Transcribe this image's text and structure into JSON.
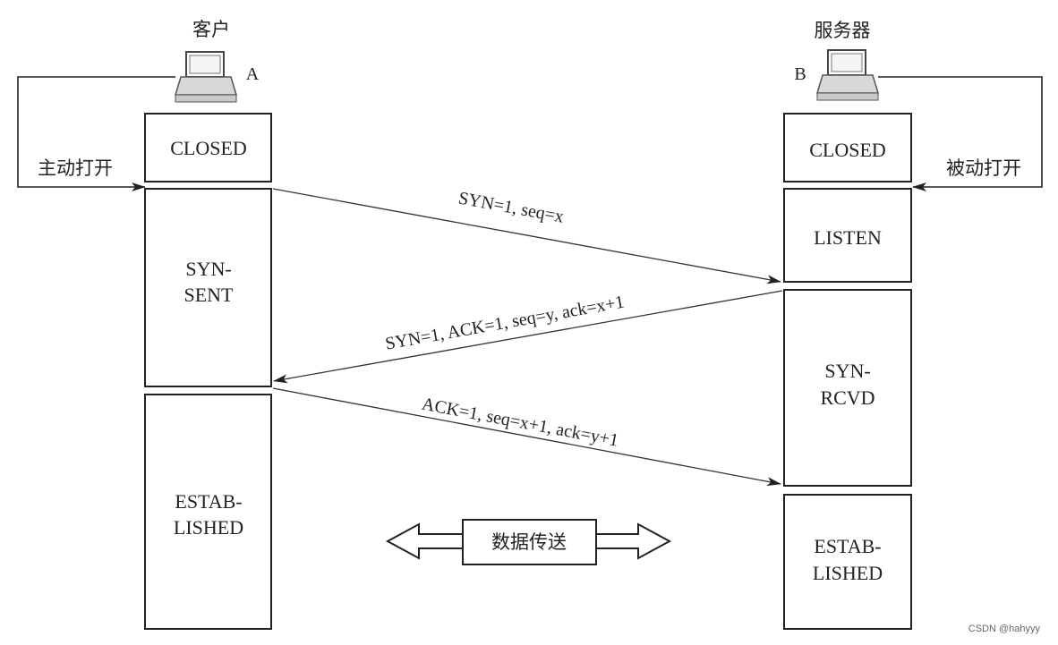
{
  "client": {
    "title": "客户",
    "letter": "A",
    "open_label": "主动打开",
    "states": {
      "closed": "CLOSED",
      "syn_sent_1": "SYN-",
      "syn_sent_2": "SENT",
      "established_1": "ESTAB-",
      "established_2": "LISHED"
    },
    "icon": "computer-icon"
  },
  "server": {
    "title": "服务器",
    "letter": "B",
    "open_label": "被动打开",
    "states": {
      "closed": "CLOSED",
      "listen": "LISTEN",
      "syn_rcvd_1": "SYN-",
      "syn_rcvd_2": "RCVD",
      "established_1": "ESTAB-",
      "established_2": "LISHED"
    },
    "icon": "computer-icon"
  },
  "messages": {
    "syn": "SYN=1, seq=x",
    "syn_ack": "SYN=1, ACK=1, seq=y, ack=x+1",
    "ack": "ACK=1, seq=x+1, ack=y+1"
  },
  "data_transfer": {
    "label": "数据传送",
    "icon": "double-arrow-icon"
  },
  "watermark": "CSDN @hahyyy"
}
